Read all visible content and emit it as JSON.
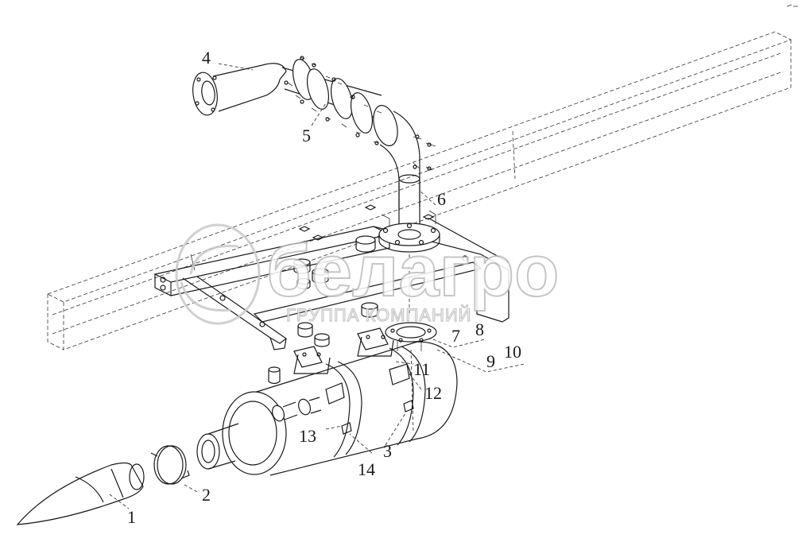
{
  "diagram": {
    "callouts": [
      "1",
      "2",
      "3",
      "4",
      "5",
      "6",
      "7",
      "8",
      "9",
      "10",
      "11",
      "12",
      "13",
      "14"
    ]
  },
  "watermark": {
    "brand": "белагро",
    "subtitle": "ГРУППА КОМПАНИЙ"
  },
  "colors": {
    "line": "#1a1a1a",
    "watermark": "#bdbdbd",
    "background": "#ffffff"
  }
}
